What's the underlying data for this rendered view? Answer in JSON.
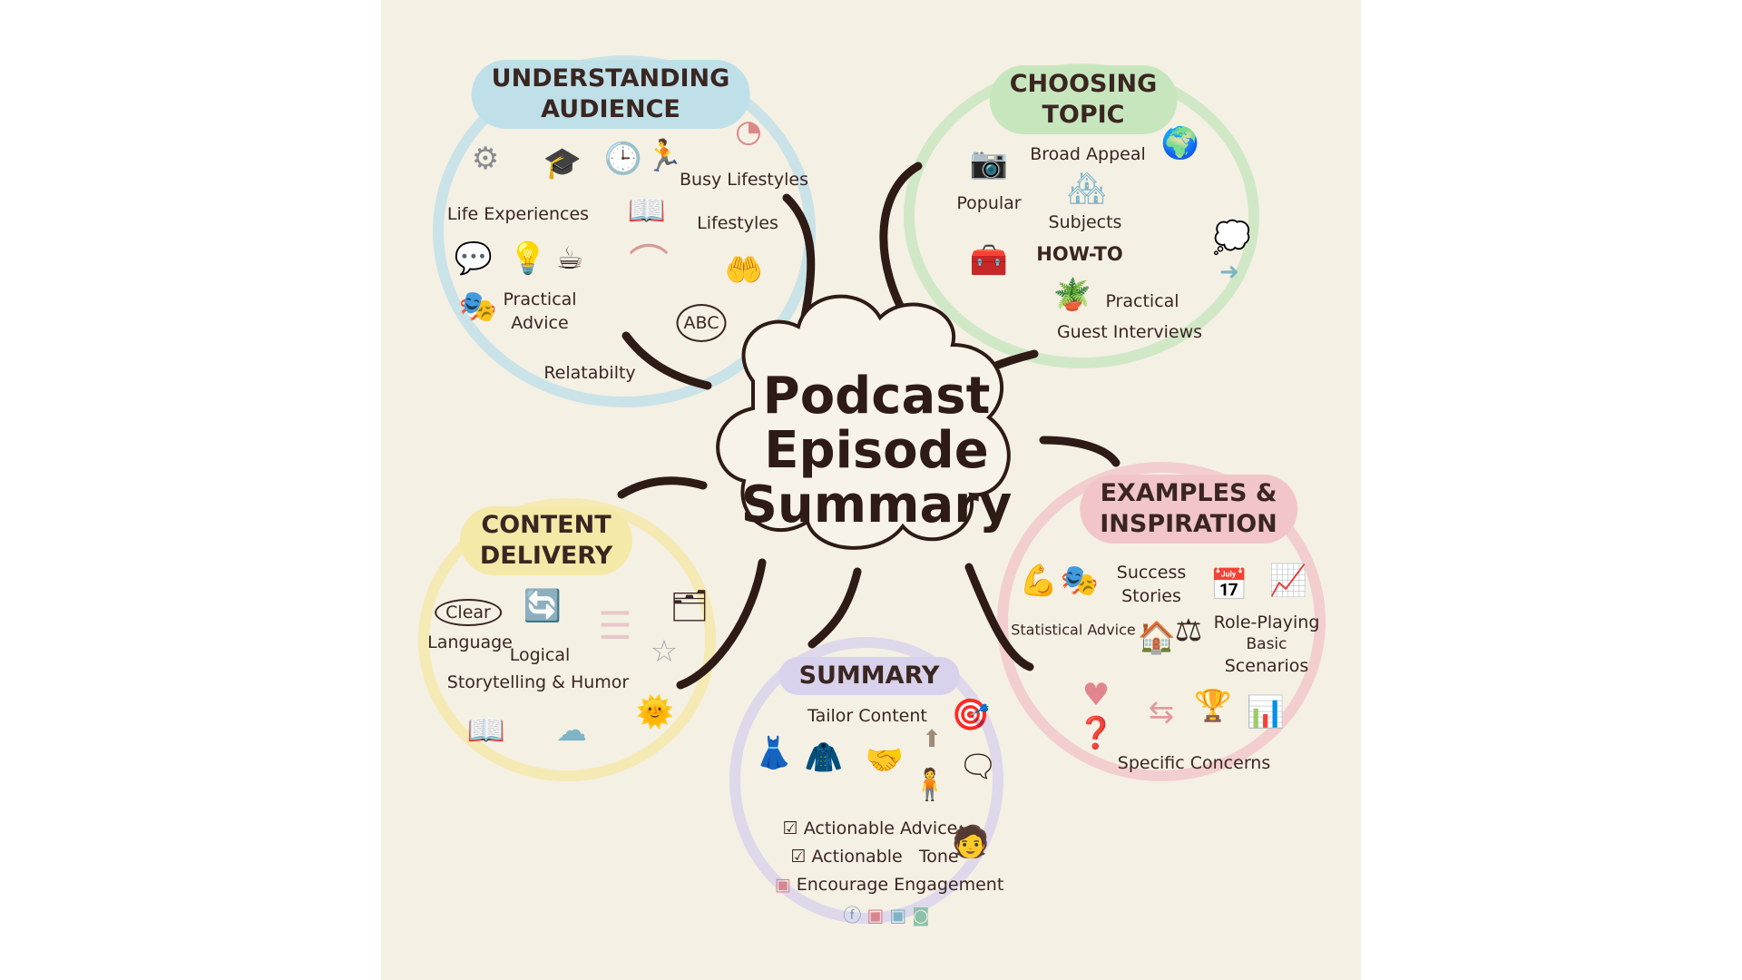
{
  "center": {
    "line1": "Podcast",
    "line2": "Episode",
    "line3": "Summary"
  },
  "colors": {
    "background": "#f4f0e4",
    "audience": "#bfe0e8",
    "topic": "#c7e6be",
    "examples": "#f2c6c8",
    "delivery": "#f5e9a8",
    "summary": "#d9d2ec",
    "branch": "#2e1b16"
  },
  "understanding_audience": {
    "title_line1": "UNDERSTANDING",
    "title_line2": "AUDIENCE",
    "labels": {
      "busy": "Busy Lifestyles",
      "life": "Life Experiences",
      "lifestyles": "Lifestyles",
      "practical1": "Practical",
      "practical2": "Advice",
      "relatability": "Relatabilty",
      "abc": "ABC"
    },
    "icons": [
      "gears-icon",
      "graduation-cap-icon",
      "people-icon",
      "clock-icon",
      "runner-icon",
      "pencil-icon",
      "pie-chart-icon",
      "book-icon",
      "speech-bubble-icon",
      "lightbulb-icon",
      "coffee-cup-icon",
      "bridge-icon",
      "hand-coins-icon",
      "theater-masks-icon",
      "magnifier-icon"
    ]
  },
  "choosing_topic": {
    "title_line1": "CHOOSING",
    "title_line2": "TOPIC",
    "labels": {
      "broad": "Broad Appeal",
      "popular": "Popular",
      "subjects": "Subjects",
      "howto": "HOW-TO",
      "practical": "Practical",
      "guest": "Guest Interviews"
    },
    "icons": [
      "camera-icon",
      "globe-icon",
      "houses-icon",
      "toolbox-icon",
      "plant-icon",
      "speech-bubble-icon",
      "arrow-right-icon"
    ]
  },
  "examples_inspiration": {
    "title_line1": "EXAMPLES &",
    "title_line2": "INSPIRATION",
    "labels": {
      "success1": "Success",
      "success2": "Stories",
      "statistical": "Statistical Advice",
      "role1": "Role-Playing",
      "role2": "Basic",
      "role3": "Scenarios",
      "concerns": "Specific Concerns"
    },
    "icons": [
      "flexed-arm-icon",
      "theater-masks-icon",
      "calendar-icon",
      "growth-chart-icon",
      "house-icon",
      "scales-icon",
      "heart-icon",
      "question-icon",
      "arrows-icon",
      "trophy-icon",
      "bar-chart-icon"
    ]
  },
  "content_delivery": {
    "title_line1": "CONTENT",
    "title_line2": "DELIVERY",
    "labels": {
      "clear": "Clear",
      "language": "Language",
      "logical": "Logical",
      "storytelling": "Storytelling & Humor"
    },
    "icons": [
      "cycle-arrows-icon",
      "stacked-blocks-icon",
      "org-chart-icon",
      "star-icon",
      "open-book-icon",
      "sun-smile-icon",
      "cloud-icon"
    ]
  },
  "summary": {
    "title": "SUMMARY",
    "labels": {
      "tailor": "Tailor Content",
      "advice": "Actionable Advice",
      "tone": "Actionable   Tone",
      "engage": "Encourage Engagement"
    },
    "icons": [
      "mannequin-icon",
      "blazer-icon",
      "handshake-icon",
      "target-icon",
      "arrow-up-icon",
      "speech-bubble-icon",
      "person-icon",
      "checkbox-icon",
      "instagram-icon",
      "facebook-icon",
      "twitter-icon"
    ]
  }
}
